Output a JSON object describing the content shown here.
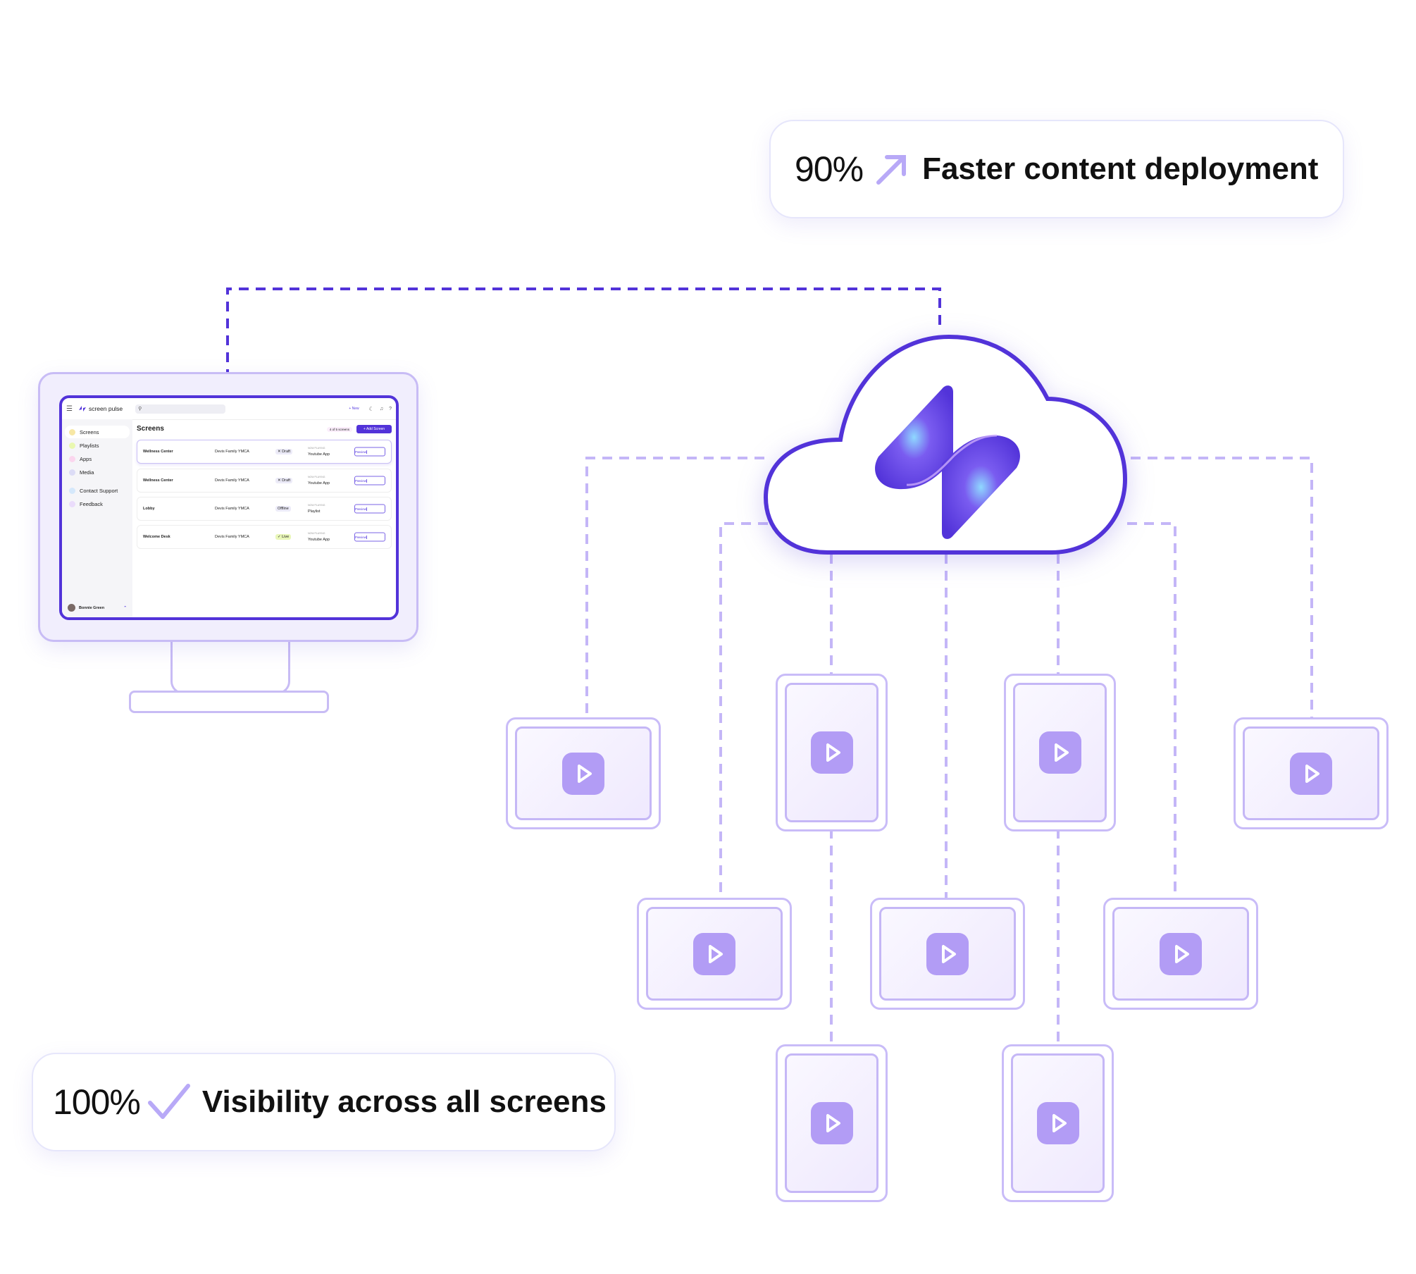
{
  "stats": [
    {
      "value": "90%",
      "icon": "arrow-up-right-icon",
      "label": "Faster content deployment"
    },
    {
      "value": "100%",
      "icon": "check-icon",
      "label": "Visibility across all screens"
    }
  ],
  "colors": {
    "brand": "#5233d9",
    "accent_light": "#b29cf5",
    "line": "#c4b6f7",
    "line_dark": "#5233d9"
  },
  "app": {
    "brand": "screen pulse",
    "new_label": "+ New",
    "page_title": "Screens",
    "screen_count": "4 of 5 screens",
    "add_button": "+ Add Screen",
    "sidebar": [
      {
        "label": "Screens",
        "icon": "monitor-icon",
        "color": "#f7e7a5"
      },
      {
        "label": "Playlists",
        "icon": "play-icon",
        "color": "#e9f8b0"
      },
      {
        "label": "Apps",
        "icon": "grid-icon",
        "color": "#fbd6ee"
      },
      {
        "label": "Media",
        "icon": "image-icon",
        "color": "#dcdcf6"
      },
      {
        "label": "Contact Support",
        "icon": "chat-icon",
        "color": "#d5e8fb"
      },
      {
        "label": "Feedback",
        "icon": "feedback-icon",
        "color": "#eadcfb"
      }
    ],
    "user": "Bonnie Green",
    "rows": [
      {
        "name": "Wellness Center",
        "location": "Devis Family YMCA",
        "status": "✕ Draft",
        "now_playing_label": "NOW PLAYING",
        "now_playing": "Youtube App",
        "action": "Preview"
      },
      {
        "name": "Wellness Center",
        "location": "Devis Family YMCA",
        "status": "✕ Draft",
        "now_playing_label": "NOW PLAYING",
        "now_playing": "Youtube App",
        "action": "Preview"
      },
      {
        "name": "Lobby",
        "location": "Devis Family YMCA",
        "status": "Offline",
        "now_playing_label": "NOW PLAYING",
        "now_playing": "Playlist",
        "action": "Preview"
      },
      {
        "name": "Welcome Desk",
        "location": "Devis Family YMCA",
        "status": "✓ Live",
        "now_playing_label": "NOW PLAYING",
        "now_playing": "Youtube App",
        "action": "Preview"
      }
    ]
  },
  "devices": [
    {
      "orientation": "landscape"
    },
    {
      "orientation": "portrait"
    },
    {
      "orientation": "portrait"
    },
    {
      "orientation": "landscape"
    },
    {
      "orientation": "landscape"
    },
    {
      "orientation": "landscape"
    },
    {
      "orientation": "landscape"
    },
    {
      "orientation": "portrait"
    },
    {
      "orientation": "portrait"
    }
  ]
}
